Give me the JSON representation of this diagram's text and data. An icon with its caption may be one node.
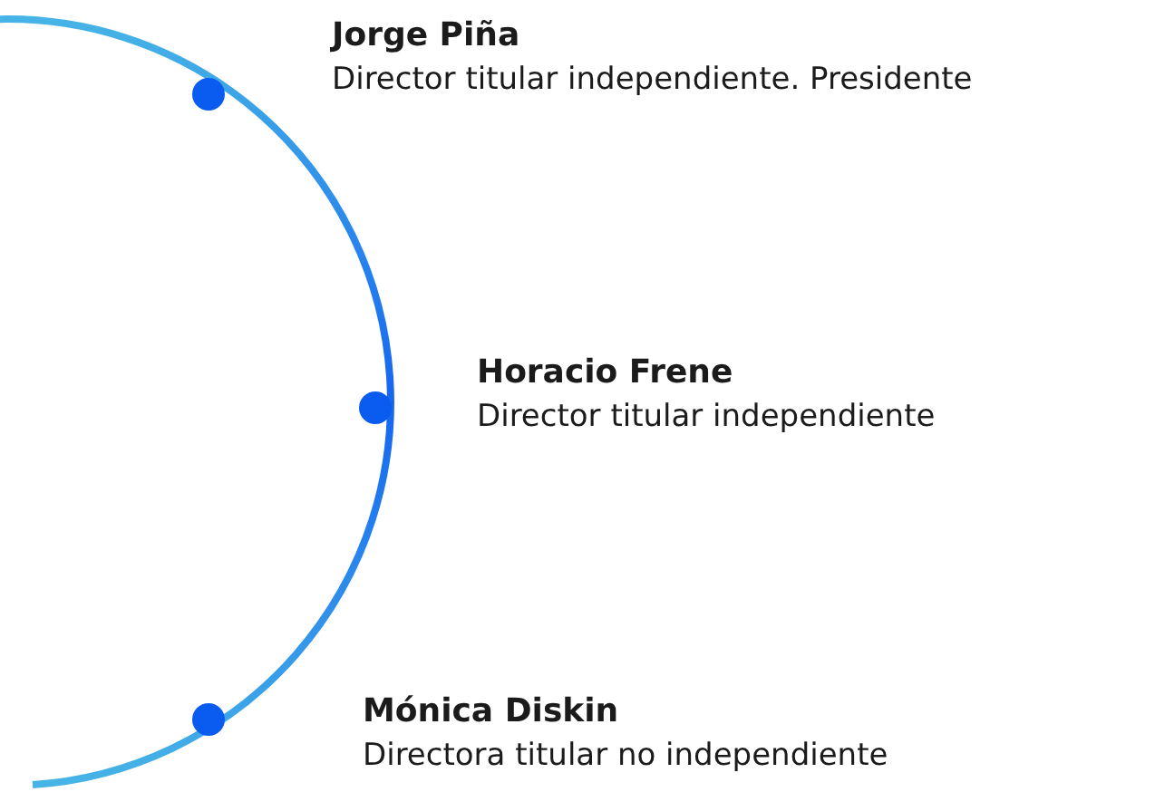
{
  "diagram": {
    "nodes": [
      {
        "text": [
          "Jorge Piña",
          "Director titular independiente. Presidente"
        ]
      },
      {
        "text": [
          "Horacio Frene",
          "Director titular independiente"
        ]
      },
      {
        "text": [
          "Mónica Diskin",
          "Directora titular no independiente"
        ]
      }
    ]
  }
}
